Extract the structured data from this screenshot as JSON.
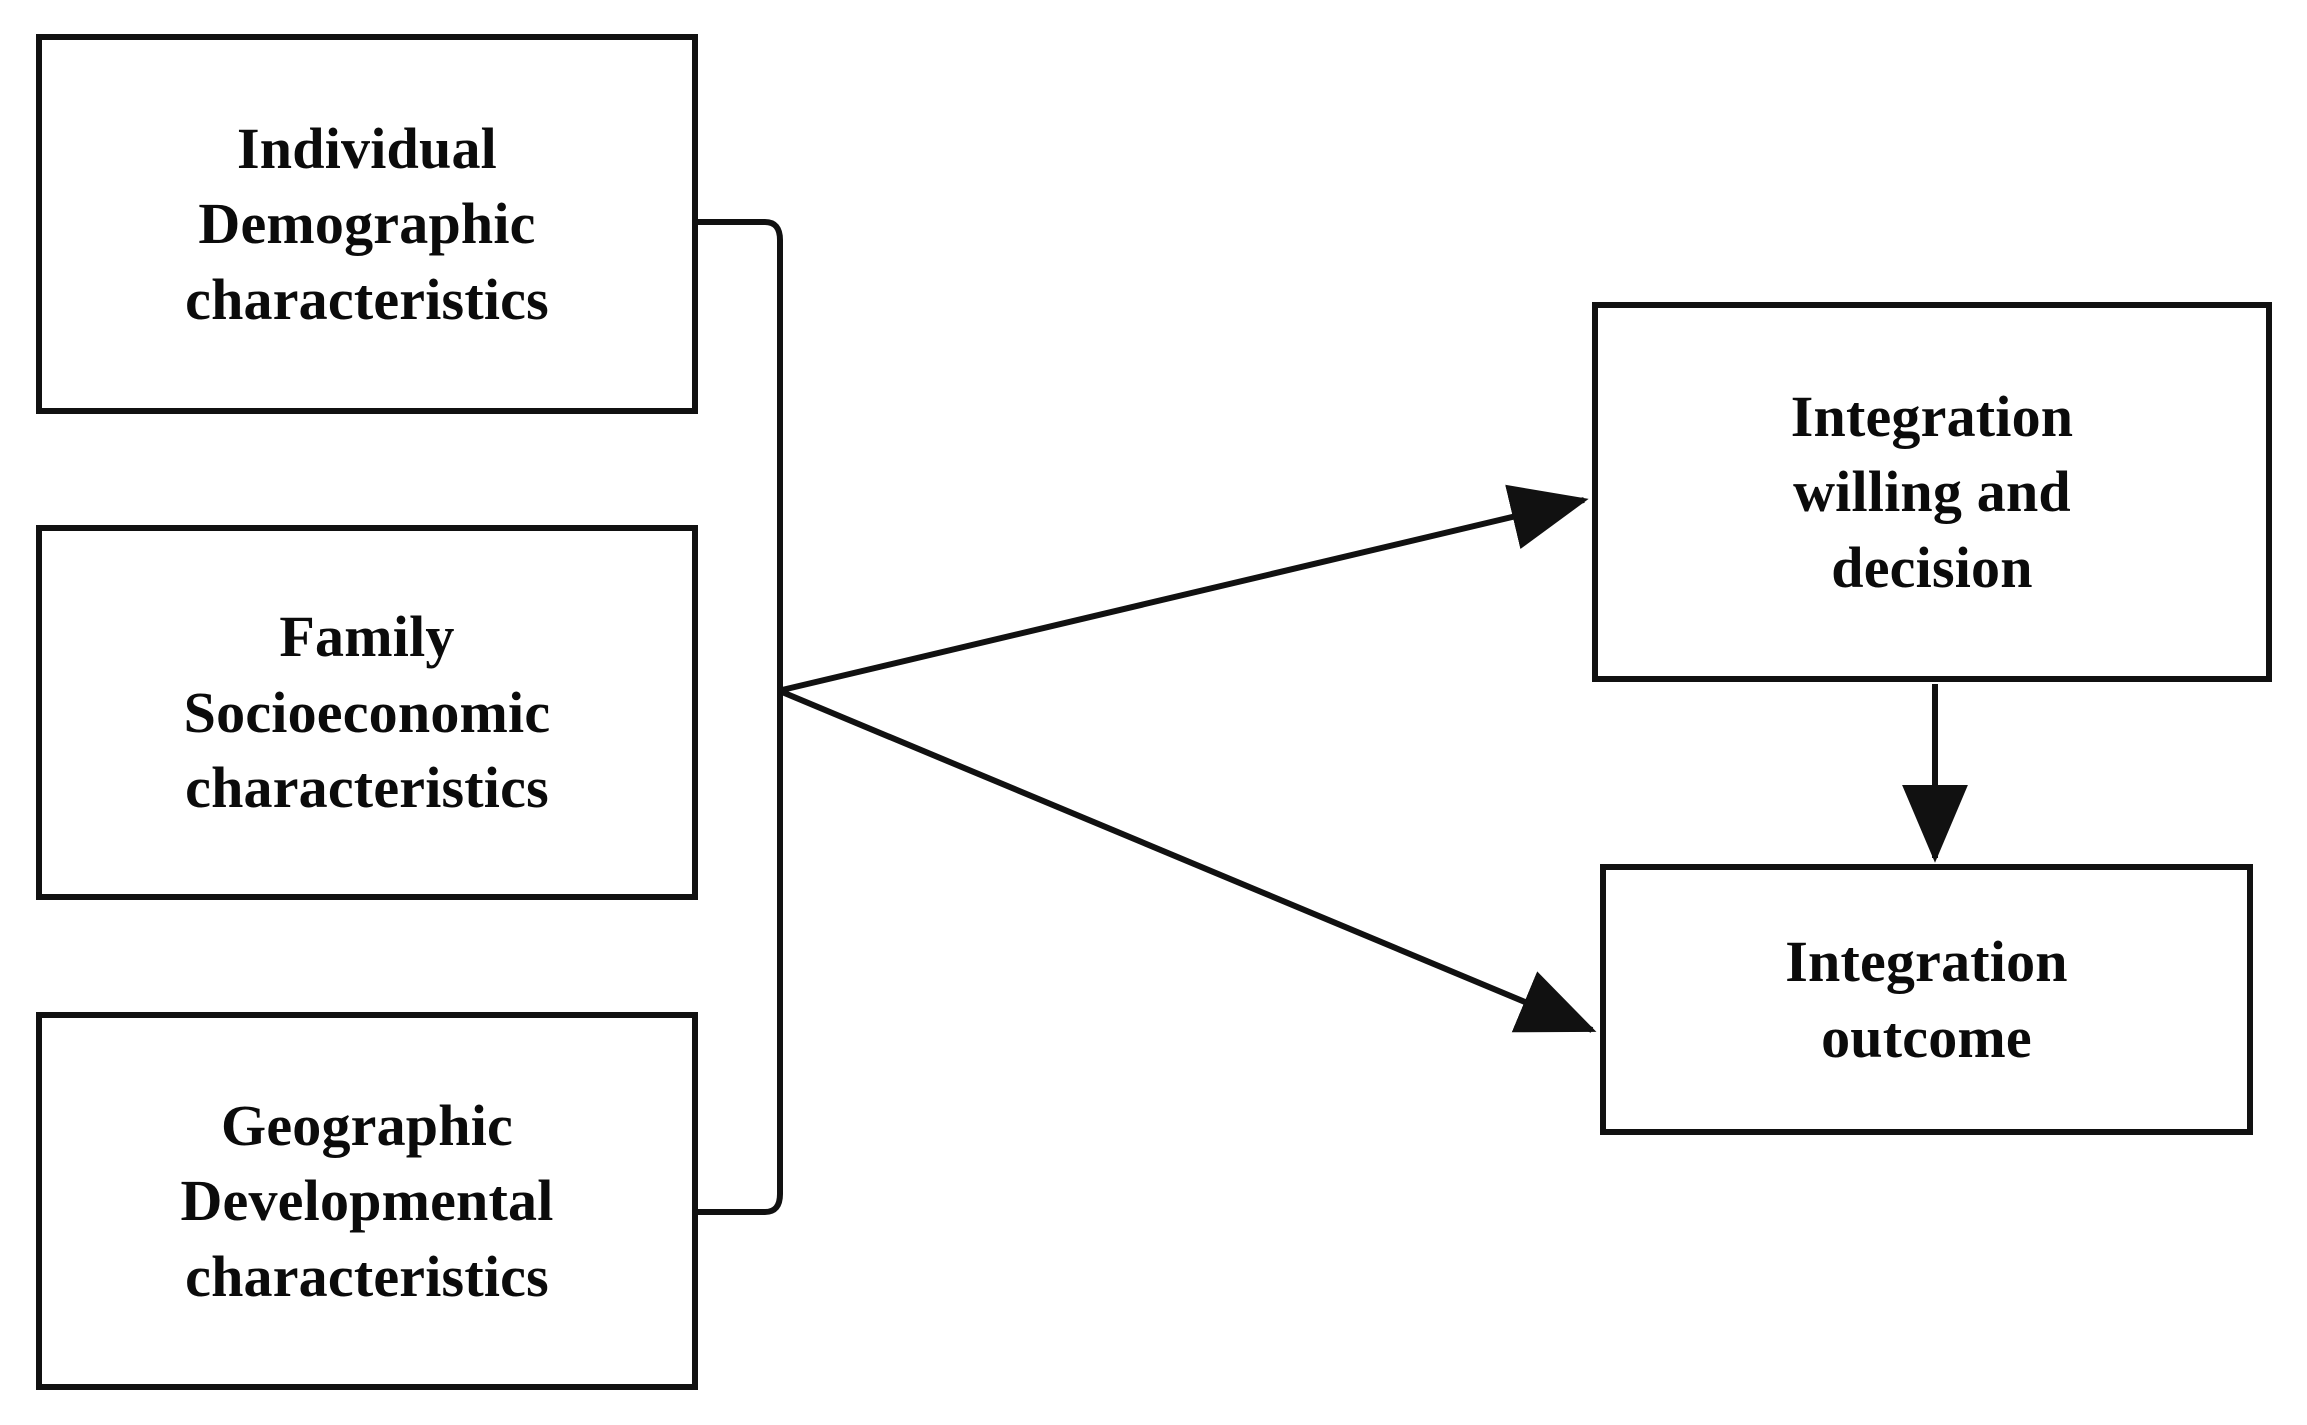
{
  "diagram": {
    "title": "Integration framework flow diagram",
    "background_color": "#ffffff",
    "stroke_color": "#111111",
    "text_color": "#0b0b0b",
    "nodes": [
      {
        "id": "individual",
        "label": "Individual\nDemographic\ncharacteristics",
        "column": "left",
        "order": 1
      },
      {
        "id": "family",
        "label": "Family\nSocioeconomic\ncharacteristics",
        "column": "left",
        "order": 2
      },
      {
        "id": "geographic",
        "label": "Geographic\nDevelopmental\ncharacteristics",
        "column": "left",
        "order": 3
      },
      {
        "id": "willing",
        "label": "Integration\nwilling and\ndecision",
        "column": "right",
        "order": 1
      },
      {
        "id": "outcome",
        "label": "Integration\noutcome",
        "column": "right",
        "order": 2
      }
    ],
    "edges": [
      {
        "id": "individual-to-trunk",
        "from": "individual",
        "to": "trunk",
        "arrowhead": false,
        "style": "orthogonal"
      },
      {
        "id": "geographic-to-trunk",
        "from": "geographic",
        "to": "trunk",
        "arrowhead": false,
        "style": "orthogonal"
      },
      {
        "id": "trunk-to-willing",
        "from": "trunk",
        "to": "willing",
        "arrowhead": true,
        "style": "diagonal"
      },
      {
        "id": "trunk-to-outcome",
        "from": "trunk",
        "to": "outcome",
        "arrowhead": true,
        "style": "diagonal"
      },
      {
        "id": "willing-to-outcome",
        "from": "willing",
        "to": "outcome",
        "arrowhead": true,
        "style": "vertical"
      }
    ]
  }
}
